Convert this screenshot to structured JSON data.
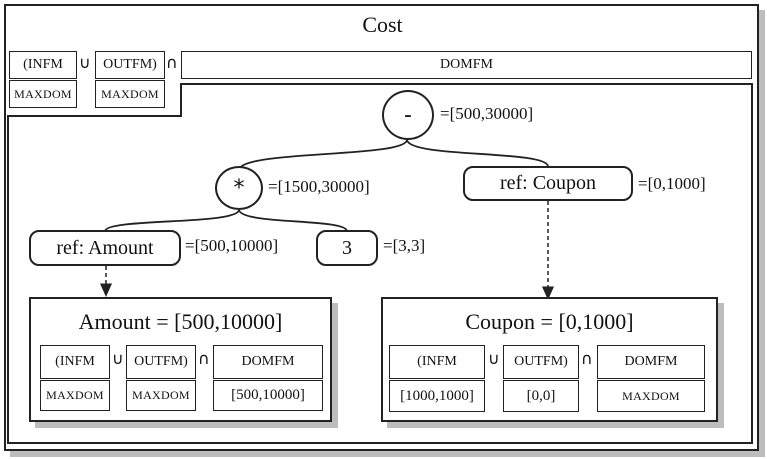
{
  "title": "Cost",
  "cost_dom": {
    "in": "(INFM",
    "union": "∪",
    "out": "OUTFM)",
    "intersect": "∩",
    "dom": "DOMFM",
    "in_val": "MAXDOM",
    "out_val": "MAXDOM"
  },
  "tree": {
    "root": {
      "symbol": "-",
      "range": "=[500,30000]"
    },
    "mult": {
      "symbol": "*",
      "range": "=[1500,30000]"
    },
    "ref_coupon": {
      "label": "ref: Coupon",
      "range": "=[0,1000]"
    },
    "ref_amount": {
      "label": "ref: Amount",
      "range": "=[500,10000]"
    },
    "const": {
      "label": "3",
      "range": "=[3,3]"
    }
  },
  "amount_box": {
    "title": "Amount = [500,10000]",
    "in": "(INFM",
    "union": "∪",
    "out": "OUTFM)",
    "intersect": "∩",
    "dom": "DOMFM",
    "in_val": "MAXDOM",
    "out_val": "MAXDOM",
    "dom_val": "[500,10000]"
  },
  "coupon_box": {
    "title": "Coupon = [0,1000]",
    "in": "(INFM",
    "union": "∪",
    "out": "OUTFM)",
    "intersect": "∩",
    "dom": "DOMFM",
    "in_val": "[1000,1000]",
    "out_val": "[0,0]",
    "dom_val": "MAXDOM"
  }
}
